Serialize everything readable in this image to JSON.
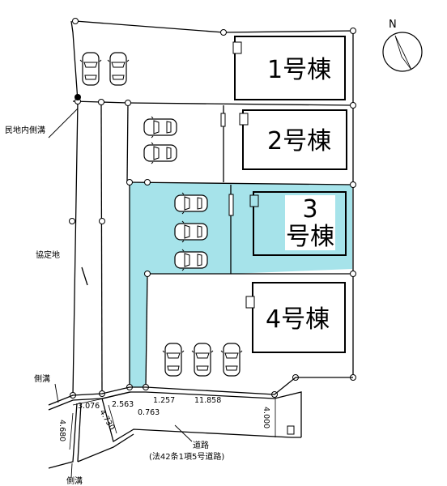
{
  "compass": {
    "north": "N"
  },
  "buildings": [
    {
      "id": "1",
      "label": "1号棟"
    },
    {
      "id": "2",
      "label": "2号棟"
    },
    {
      "id": "3",
      "label_line1": "3",
      "label_line2": "号棟",
      "highlight": "#a6e3ea"
    },
    {
      "id": "4",
      "label": "4号棟"
    }
  ],
  "labels": {
    "private_gutter": "民地内側溝",
    "agreement_land": "協定地",
    "side_gutter_top": "側溝",
    "side_gutter_bottom": "側溝",
    "road": "道路",
    "road_note": "(法42条1項5号道路)"
  },
  "dimensions": {
    "d1": "3.076",
    "d2": "2.563",
    "d3": "0.763",
    "d4": "1.257",
    "d5": "11.858",
    "d6": "4.000",
    "d7": "4.680",
    "d8": "4.730"
  },
  "colors": {
    "highlight": "#a6e3ea",
    "line": "#000000"
  }
}
